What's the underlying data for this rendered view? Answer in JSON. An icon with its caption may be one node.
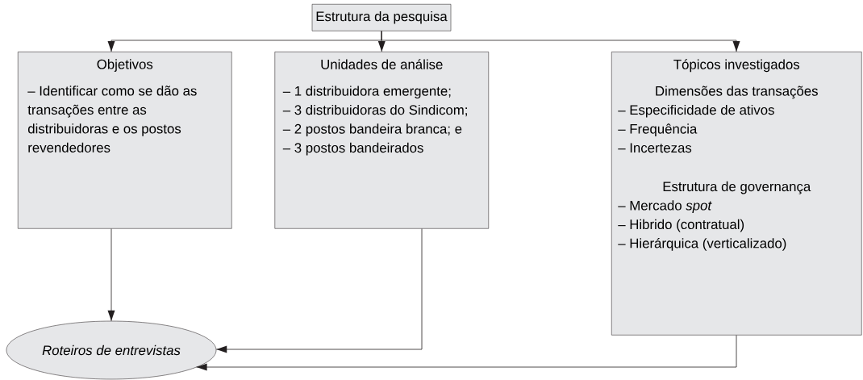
{
  "diagram": {
    "nodes": [
      {
        "text": [
          "Estrutura da pesquisa"
        ]
      },
      {
        "text": [
          "Objetivos",
          "– Identificar como se dão as transações entre as distribuidoras e os postos revendedores"
        ]
      },
      {
        "text": [
          "Unidades de análise",
          "– 1 distribuidora emergente;",
          "– 3 distribuidoras do Sindicom;",
          "– 2 postos bandeira branca; e",
          "– 3 postos bandeirados"
        ]
      },
      {
        "text": [
          "Tópicos investigados",
          "Dimensões das transações",
          "– Especificidade de ativos",
          "– Frequência",
          "– Incertezas",
          "Estrutura de governança",
          "– Mercado *spot*",
          "– Hibrido (contratual)",
          "– Hierárquica (verticalizado)"
        ]
      },
      {
        "text": [
          "Roteiros de entrevistas"
        ]
      }
    ],
    "edges": [
      {
        "from": 0,
        "to": 1,
        "arrow": "to"
      },
      {
        "from": 0,
        "to": 2,
        "arrow": "to"
      },
      {
        "from": 0,
        "to": 3,
        "arrow": "to"
      },
      {
        "from": 1,
        "to": 4,
        "arrow": "to"
      },
      {
        "from": 2,
        "to": 4,
        "arrow": "to"
      },
      {
        "from": 3,
        "to": 4,
        "arrow": "to"
      }
    ]
  }
}
